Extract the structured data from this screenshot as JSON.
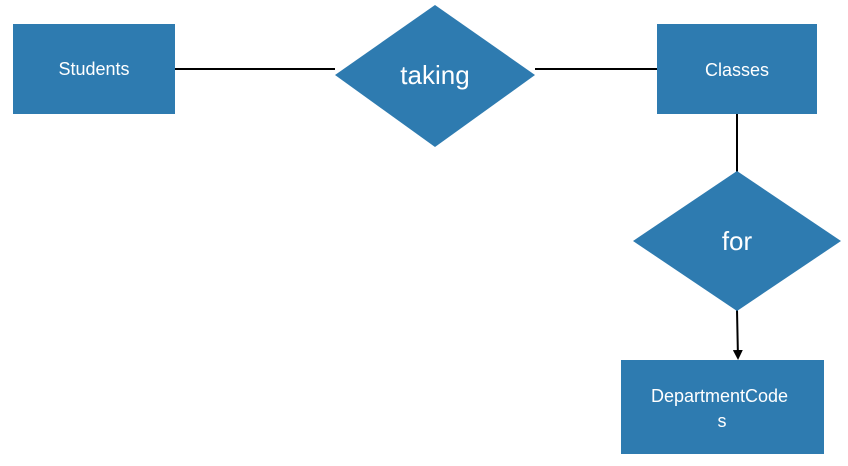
{
  "entities": {
    "students": {
      "label": "Students"
    },
    "classes": {
      "label": "Classes"
    },
    "department_codes": {
      "label_line1": "DepartmentCode",
      "label_line2": "s"
    }
  },
  "relationships": {
    "taking": {
      "label": "taking"
    },
    "for": {
      "label": "for"
    }
  },
  "colors": {
    "shape_fill": "#2e7bb0",
    "label_text": "#ffffff",
    "connector": "#000000"
  }
}
